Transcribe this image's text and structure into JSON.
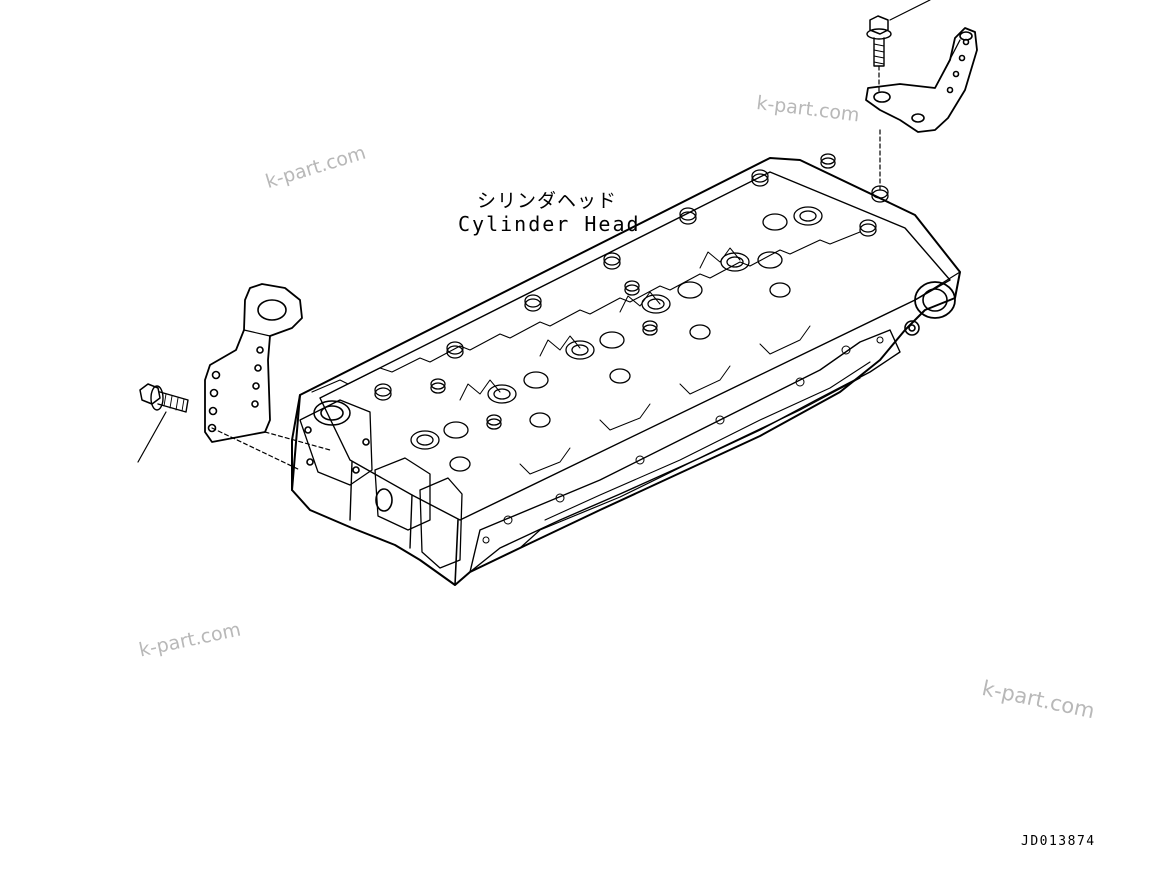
{
  "diagram": {
    "part_label_jp": "シリンダヘッド",
    "part_label_en": "Cylinder Head",
    "reference_code": "JD013874"
  },
  "watermarks": [
    "k-part.com",
    "k-part.com",
    "k-part.com",
    "k-part.com"
  ],
  "icons": {
    "cylinder_head": "cylinder-head-illustration",
    "lifting_bracket": "lifting-bracket-illustration",
    "bolt": "flange-bolt-illustration"
  },
  "colors": {
    "line": "#000000",
    "watermark": "#b8b8b8",
    "background": "#ffffff"
  }
}
